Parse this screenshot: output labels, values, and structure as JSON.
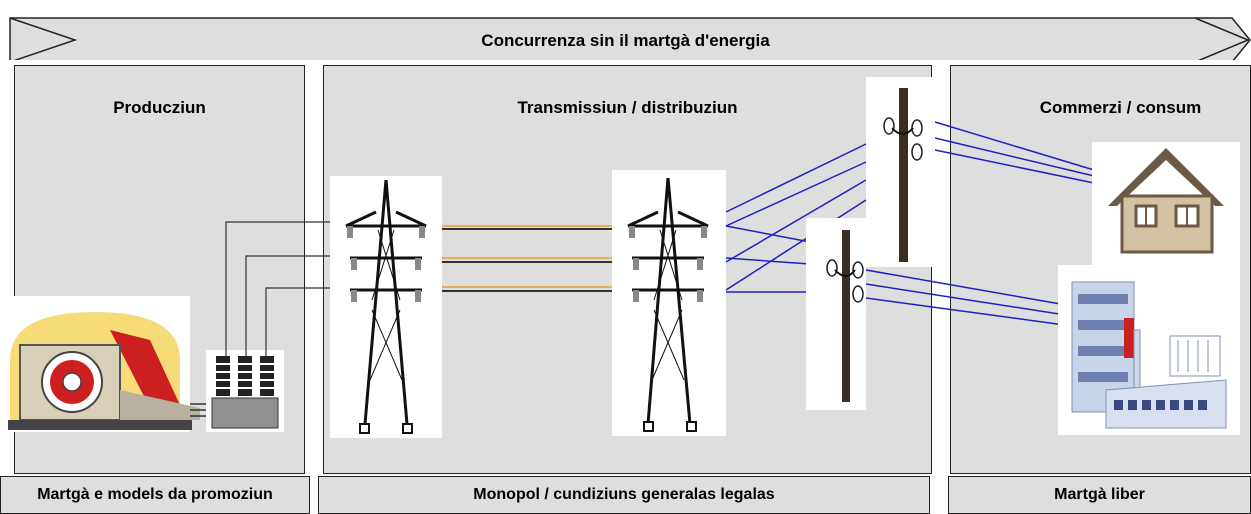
{
  "banner": {
    "label": "Concurrenza sin il martgà d'energia"
  },
  "sections": {
    "production": {
      "title": "Producziun",
      "footer": "Martgà e models da promoziun"
    },
    "transmission": {
      "title": "Transmissiun / distribuziun",
      "footer": "Monopol / cundiziuns generalas legalas"
    },
    "commerce": {
      "title": "Commerzi / consum",
      "footer": "Martgà liber"
    }
  },
  "icons": [
    "power-plant-icon",
    "transformer-icon",
    "pylon-icon",
    "utility-pole-icon",
    "house-icon",
    "factory-icon"
  ],
  "colors": {
    "panel": "#dedede",
    "line_dark": "#333333",
    "line_gold": "#e0b060",
    "line_blue": "#2020c0",
    "turbine_red": "#cc2020",
    "plant_yellow": "#f5dc78"
  }
}
